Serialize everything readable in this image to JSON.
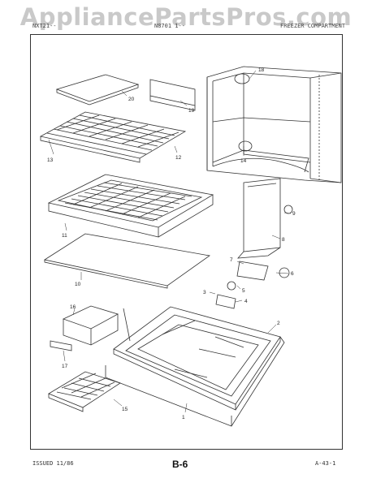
{
  "watermark": "AppliancePartsPros.com",
  "header": {
    "left": "NXT21--",
    "middle": "N8701 1--",
    "right": "FREEZER COMPARTMENT"
  },
  "footer": {
    "issued": "ISSUED 11/86",
    "page": "B-6",
    "ref": "A-43-1"
  },
  "callouts": [
    "18",
    "20",
    "19",
    "13",
    "12",
    "11",
    "10",
    "9",
    "8",
    "7",
    "6",
    "5",
    "4",
    "3",
    "2",
    "16",
    "17",
    "15",
    "1",
    "14"
  ]
}
